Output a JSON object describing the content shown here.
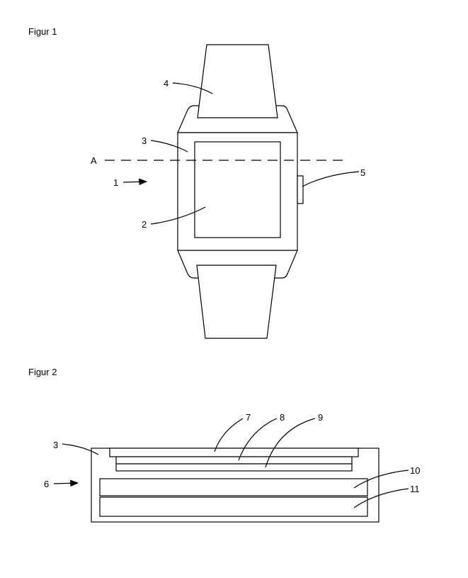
{
  "figure1": {
    "title": "Figur 1",
    "section_label": "A",
    "labels": {
      "watch": "1",
      "display": "2",
      "housing": "3",
      "strap": "4",
      "button": "5"
    }
  },
  "figure2": {
    "title": "Figur 2",
    "labels": {
      "housing": "3",
      "assembly": "6",
      "layer_7": "7",
      "layer_8": "8",
      "layer_9": "9",
      "layer_10": "10",
      "layer_11": "11"
    }
  }
}
